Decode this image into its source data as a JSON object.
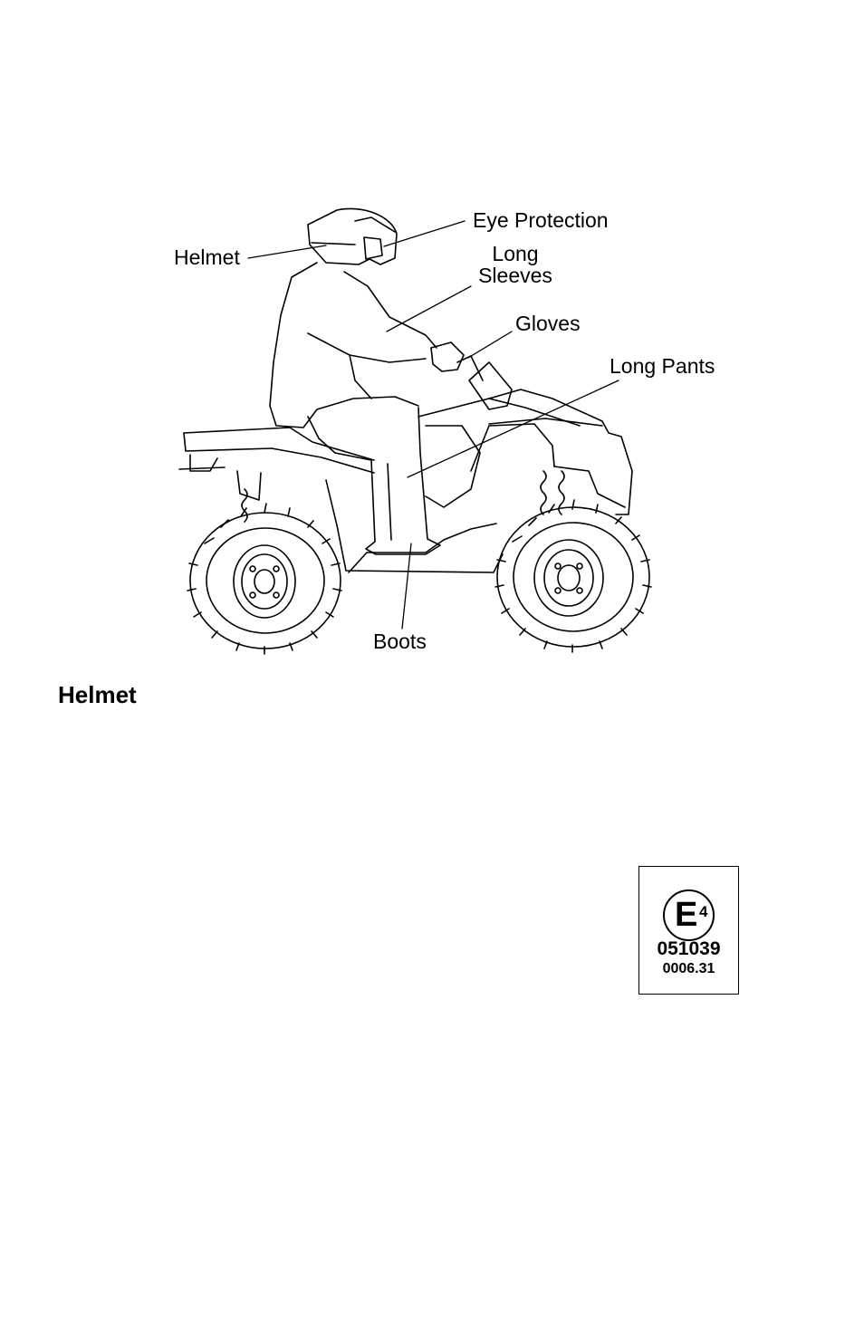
{
  "figure": {
    "labels": {
      "eye_protection": "Eye Protection",
      "helmet": "Helmet",
      "long_sleeves_line1": "Long",
      "long_sleeves_line2": "Sleeves",
      "gloves": "Gloves",
      "long_pants": "Long Pants",
      "boots": "Boots"
    }
  },
  "section": {
    "heading": "Helmet"
  },
  "ece_label": {
    "letter": "E",
    "country_number": "4",
    "approval_number": "051039",
    "serial_number": "0006.31"
  }
}
